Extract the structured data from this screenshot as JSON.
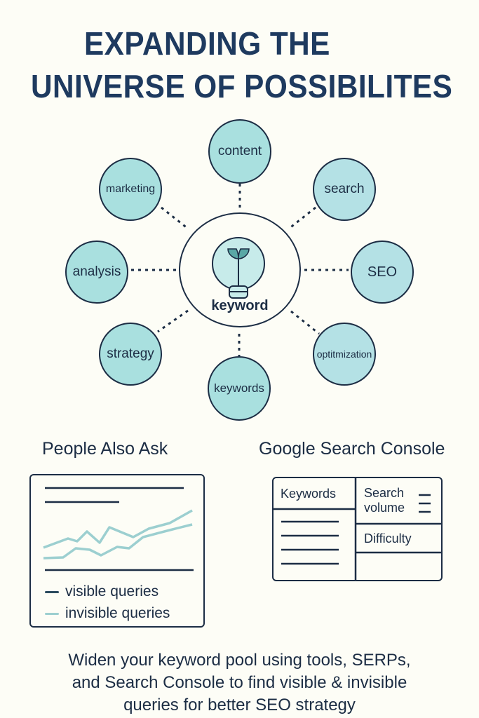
{
  "header": {
    "title_line1": "EXPANDING THE",
    "title_line2": "UNIVERSE OF POSSIBILITES"
  },
  "diagram": {
    "center": {
      "label": "keyword",
      "icon": "lightbulb-sprout-icon"
    },
    "nodes": [
      {
        "label": "content"
      },
      {
        "label": "search"
      },
      {
        "label": "SEO"
      },
      {
        "label": "optitmization"
      },
      {
        "label": "keywords"
      },
      {
        "label": "strategy"
      },
      {
        "label": "analysis"
      },
      {
        "label": "marketing"
      }
    ],
    "colors": {
      "node_fill": "#a9e0df",
      "outline": "#1c2d44",
      "background": "#fdfdf6"
    }
  },
  "people_also_ask": {
    "title": "People Also Ask",
    "legend": [
      {
        "label": "visible queries",
        "color": "#2a4a5e"
      },
      {
        "label": "invisible queries",
        "color": "#9ccfd0"
      }
    ]
  },
  "search_console": {
    "title": "Google Search Console",
    "headers": {
      "keywords": "Keywords",
      "search_volume_line1": "Search",
      "search_volume_line2": "volume",
      "difficulty": "Difficulty"
    }
  },
  "footer": {
    "line1": "Widen your keyword pool using tools, SERPs,",
    "line2": "and Search Console to find visible & invisible",
    "line3": "queries for better SEO strategy"
  }
}
